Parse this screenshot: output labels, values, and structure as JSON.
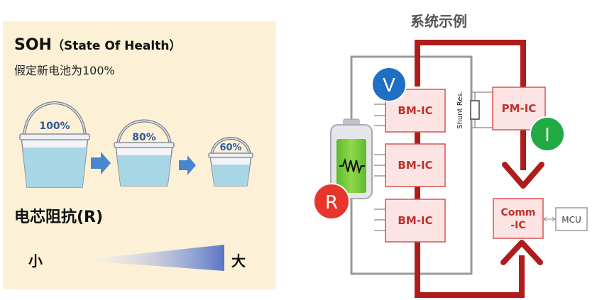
{
  "soh": {
    "title": "SOH",
    "title_sub": "（State Of Health）",
    "subtitle": "假定新电池为100%",
    "buckets": [
      "100%",
      "80%",
      "60%"
    ]
  },
  "resistance": {
    "title": "电芯阻抗(R)",
    "small_label": "小",
    "big_label": "大"
  },
  "system": {
    "title": "系统示例",
    "bm_ic_labels": [
      "BM-IC",
      "BM-IC",
      "BM-IC"
    ],
    "pm_ic_label": "PM-IC",
    "comm_ic_label": "Comm-IC",
    "comm_ic_line1": "Comm",
    "comm_ic_line2": "-IC",
    "mcu_label": "MCU",
    "shunt_label": "Shunt Res.",
    "badges": {
      "voltage": "V",
      "current": "I",
      "resistance": "R"
    }
  },
  "colors": {
    "panel_bg": "#fcf1d6",
    "ic_fill": "#fce4e4",
    "ic_border": "#d9534f",
    "bus_red": "#b01c1c",
    "badge_blue": "#1f6fc5",
    "badge_green": "#22aa44",
    "badge_red": "#e8352a",
    "water": "#a9d6e5",
    "arrow_blue": "#4a86d0"
  }
}
